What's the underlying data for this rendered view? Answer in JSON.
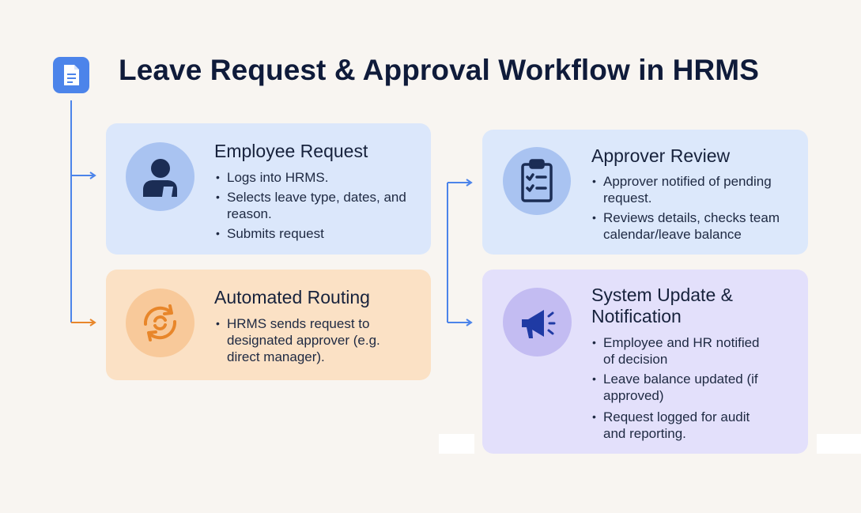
{
  "title": "Leave Request & Approval Workflow in HRMS",
  "icons": {
    "header": "document-icon",
    "employee": "person-icon",
    "routing": "refresh-arrows-icon",
    "approver": "clipboard-checklist-icon",
    "notification": "megaphone-icon"
  },
  "colors": {
    "blue_connector": "#4c84ea",
    "orange_connector": "#e8862a",
    "employee_card": "#dbe7fb",
    "routing_card": "#fbe1c5",
    "approver_card": "#dce8fb",
    "notification_card": "#e3e0fb"
  },
  "steps": [
    {
      "title": "Employee Request",
      "bullets": [
        "Logs into HRMS.",
        "Selects leave type, dates, and reason.",
        "Submits request"
      ]
    },
    {
      "title": "Automated Routing",
      "bullets": [
        "HRMS sends request to designated approver (e.g. direct manager)."
      ]
    },
    {
      "title": "Approver Review",
      "bullets": [
        "Approver notified of pending request.",
        "Reviews details, checks team calendar/leave balance"
      ]
    },
    {
      "title": "System Update & Notification",
      "bullets": [
        "Employee and HR notified of decision",
        "Leave balance updated (if approved)",
        "Request logged for audit and reporting."
      ]
    }
  ]
}
